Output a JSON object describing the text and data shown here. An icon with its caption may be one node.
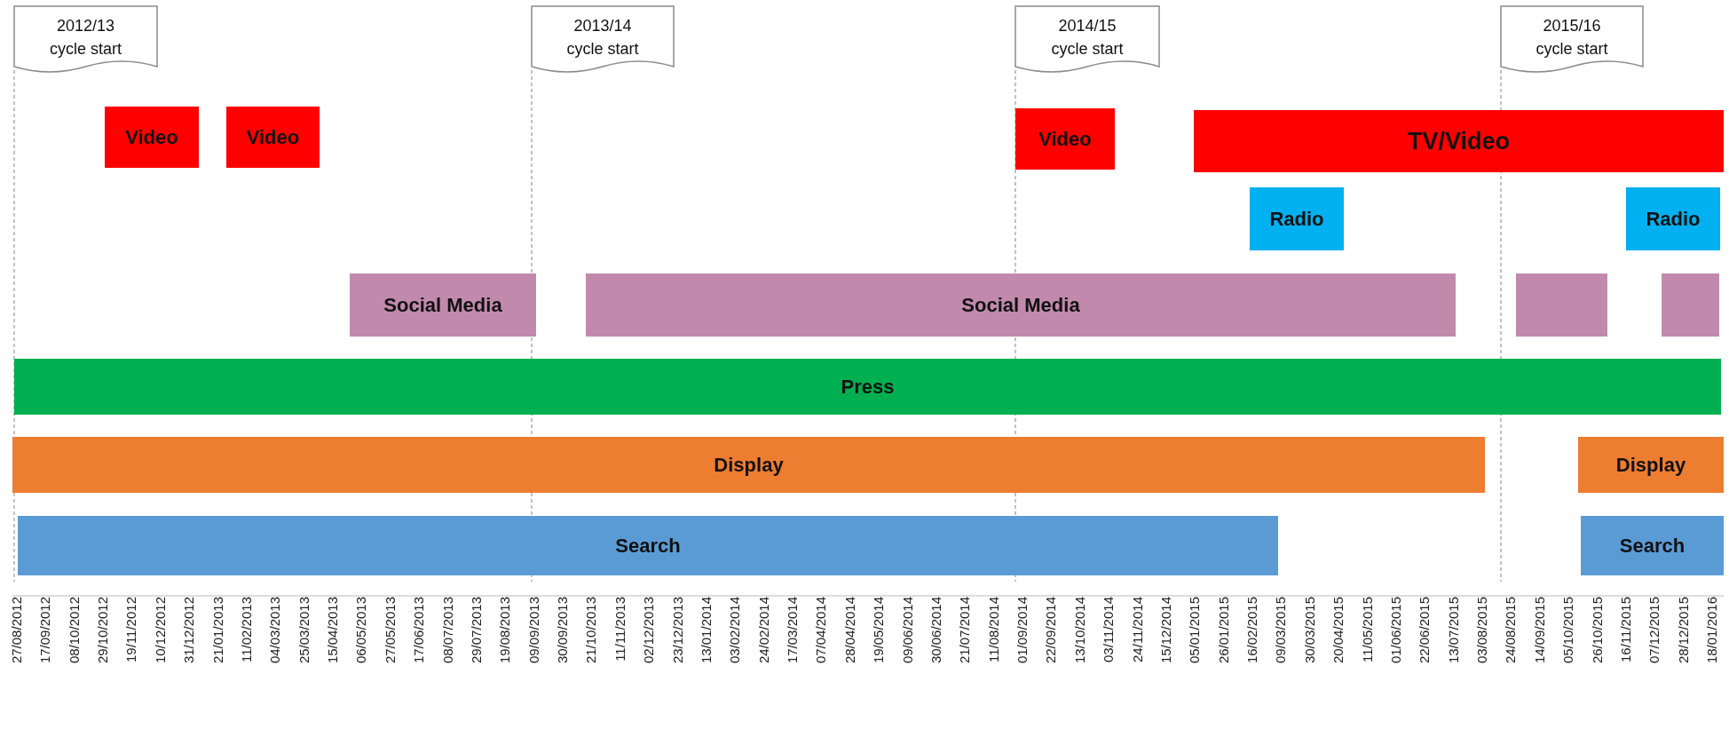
{
  "diagram": {
    "nodes": [
      {
        "text": [
          "2012/13 cycle start"
        ]
      },
      {
        "text": [
          "2013/14 cycle start"
        ]
      },
      {
        "text": [
          "2014/15 cycle start"
        ]
      },
      {
        "text": [
          "2015/16 cycle start"
        ]
      },
      {
        "text": [
          "Video"
        ]
      },
      {
        "text": [
          "Video"
        ]
      },
      {
        "text": [
          "Video"
        ]
      },
      {
        "text": [
          "TV/Video"
        ]
      },
      {
        "text": [
          "Radio"
        ]
      },
      {
        "text": [
          "Radio"
        ]
      },
      {
        "text": [
          "Social Media"
        ]
      },
      {
        "text": [
          "Social Media"
        ]
      },
      {
        "text": [],
        "shape": "bar"
      },
      {
        "text": [],
        "shape": "bar"
      },
      {
        "text": [
          "Press"
        ]
      },
      {
        "text": [
          "Display"
        ]
      },
      {
        "text": [
          "Display"
        ]
      },
      {
        "text": [
          "Search"
        ]
      },
      {
        "text": [
          "Search"
        ]
      }
    ],
    "labels": [
      "27/08/2012",
      "17/09/2012",
      "08/10/2012",
      "29/10/2012",
      "19/11/2012",
      "10/12/2012",
      "31/12/2012",
      "21/01/2013",
      "11/02/2013",
      "04/03/2013",
      "25/03/2013",
      "15/04/2013",
      "06/05/2013",
      "27/05/2013",
      "17/06/2013",
      "08/07/2013",
      "29/07/2013",
      "19/08/2013",
      "09/09/2013",
      "30/09/2013",
      "21/10/2013",
      "11/11/2013",
      "02/12/2013",
      "23/12/2013",
      "13/01/2014",
      "03/02/2014",
      "24/02/2014",
      "17/03/2014",
      "07/04/2014",
      "28/04/2014",
      "19/05/2014",
      "09/06/2014",
      "30/06/2014",
      "21/07/2014",
      "11/08/2014",
      "01/09/2014",
      "22/09/2014",
      "13/10/2014",
      "03/11/2014",
      "24/11/2014",
      "15/12/2014",
      "05/01/2015",
      "26/01/2015",
      "16/02/2015",
      "09/03/2015",
      "30/03/2015",
      "20/04/2015",
      "11/05/2015",
      "01/06/2015",
      "22/06/2015",
      "13/07/2015",
      "03/08/2015",
      "24/08/2015",
      "14/09/2015",
      "05/10/2015",
      "26/10/2015",
      "16/11/2015",
      "07/12/2015",
      "28/12/2015",
      "18/01/2016"
    ]
  }
}
